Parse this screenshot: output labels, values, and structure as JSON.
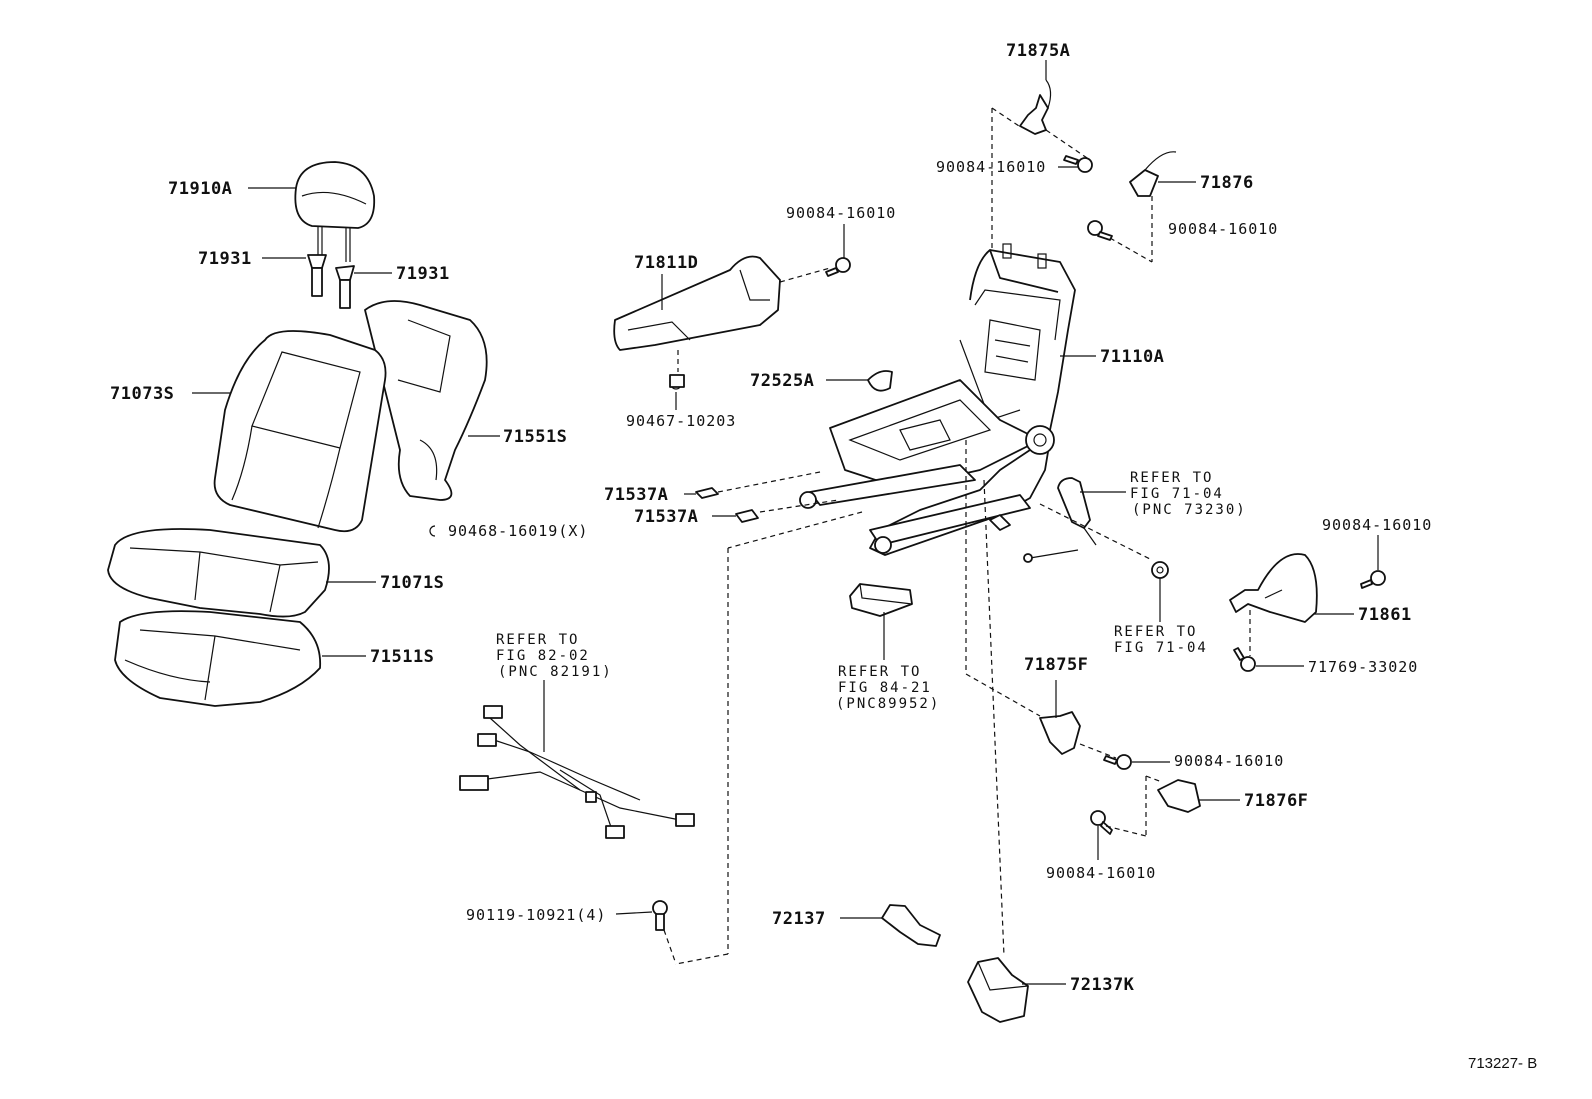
{
  "diagram": {
    "figure_code": "713227- B",
    "parts": [
      {
        "id": "71910A",
        "label": "71910A"
      },
      {
        "id": "71931-l",
        "label": "71931"
      },
      {
        "id": "71931-r",
        "label": "71931"
      },
      {
        "id": "71073S",
        "label": "71073S"
      },
      {
        "id": "71551S",
        "label": "71551S"
      },
      {
        "id": "90468",
        "label": "90468-16019(X)"
      },
      {
        "id": "71071S",
        "label": "71071S"
      },
      {
        "id": "71511S",
        "label": "71511S"
      },
      {
        "id": "71811D",
        "label": "71811D"
      },
      {
        "id": "90084-a",
        "label": "90084-16010"
      },
      {
        "id": "90467",
        "label": "90467-10203"
      },
      {
        "id": "72525A",
        "label": "72525A"
      },
      {
        "id": "71537A-1",
        "label": "71537A"
      },
      {
        "id": "71537A-2",
        "label": "71537A"
      },
      {
        "id": "71875A",
        "label": "71875A"
      },
      {
        "id": "90084-b",
        "label": "90084-16010"
      },
      {
        "id": "71876",
        "label": "71876"
      },
      {
        "id": "90084-c",
        "label": "90084-16010"
      },
      {
        "id": "71110A",
        "label": "71110A"
      },
      {
        "id": "90084-d",
        "label": "90084-16010"
      },
      {
        "id": "71861",
        "label": "71861"
      },
      {
        "id": "71769",
        "label": "71769-33020"
      },
      {
        "id": "71875F",
        "label": "71875F"
      },
      {
        "id": "90084-e",
        "label": "90084-16010"
      },
      {
        "id": "71876F",
        "label": "71876F"
      },
      {
        "id": "90084-f",
        "label": "90084-16010"
      },
      {
        "id": "90119",
        "label": "90119-10921(4)"
      },
      {
        "id": "72137",
        "label": "72137"
      },
      {
        "id": "72137K",
        "label": "72137K"
      }
    ],
    "references": [
      {
        "id": "ref-7104-a",
        "lines": [
          "REFER TO",
          "FIG 71-04",
          "(PNC 73230)"
        ]
      },
      {
        "id": "ref-7104-b",
        "lines": [
          "REFER TO",
          "FIG 71-04"
        ]
      },
      {
        "id": "ref-8202",
        "lines": [
          "REFER TO",
          "FIG 82-02",
          "(PNC 82191)"
        ]
      },
      {
        "id": "ref-8421",
        "lines": [
          "REFER TO",
          "FIG 84-21",
          "(PNC89952)"
        ]
      }
    ]
  }
}
